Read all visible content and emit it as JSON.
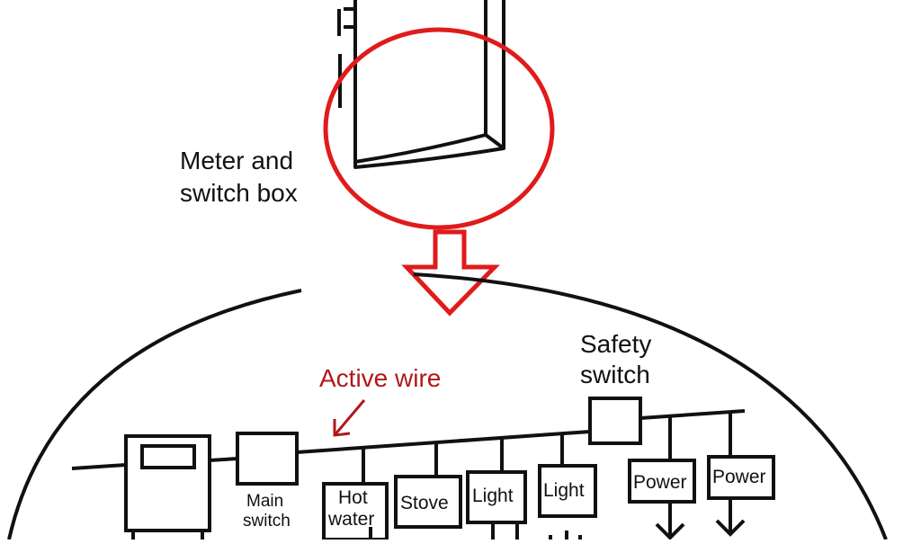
{
  "labels": {
    "meter_box": [
      "Meter and",
      "switch box"
    ],
    "active_wire": "Active wire",
    "safety_switch": [
      "Safety",
      "switch"
    ],
    "main_switch": [
      "Main",
      "switch"
    ]
  },
  "circuits": [
    {
      "lines": [
        "Hot",
        "water"
      ]
    },
    {
      "lines": [
        "Stove"
      ]
    },
    {
      "lines": [
        "Light"
      ]
    },
    {
      "lines": [
        "Light"
      ]
    },
    {
      "lines": [
        "Power"
      ]
    },
    {
      "lines": [
        "Power"
      ]
    }
  ],
  "colors": {
    "highlight": "#e01b1b",
    "annotation": "#b01818",
    "ink": "#111111"
  }
}
